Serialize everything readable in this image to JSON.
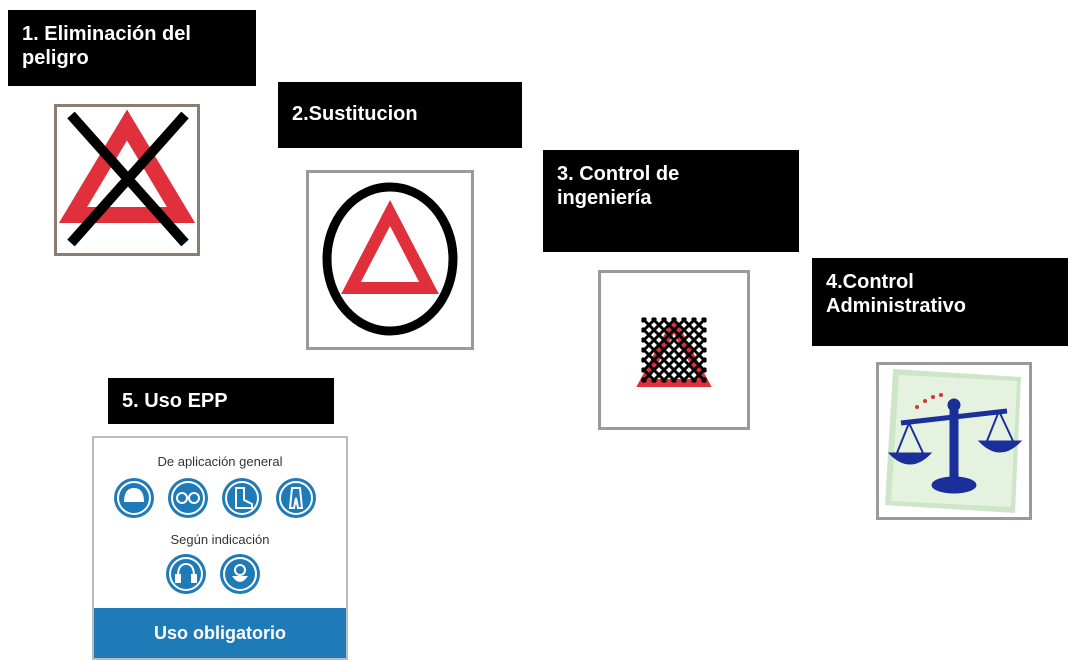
{
  "steps": [
    {
      "label": "1. Eliminación del\npeligro",
      "icon": "crossed-triangle-icon"
    },
    {
      "label": "2.Sustitucion",
      "icon": "circled-triangle-icon"
    },
    {
      "label": "3. Control de\ningeniería",
      "icon": "mesh-triangle-icon"
    },
    {
      "label": "4.Control\nAdministrativo",
      "icon": "scales-icon"
    },
    {
      "label": "5. Uso  EPP",
      "icon": "ppe-sign-icon"
    }
  ],
  "epp_sign": {
    "general_title": "De aplicación general",
    "indication_title": "Según indicación",
    "footer": "Uso obligatorio"
  },
  "colors": {
    "hazard_red": "#e0303c",
    "label_bg": "#000000",
    "ppe_blue": "#1f7ab8",
    "scale_blue": "#1a2f9a"
  }
}
